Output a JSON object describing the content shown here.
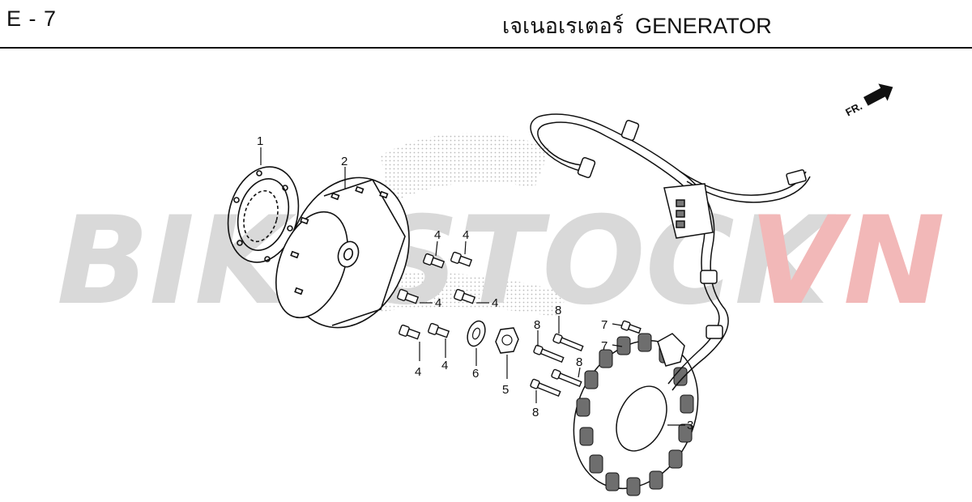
{
  "header": {
    "section_code": "E - 7",
    "title_thai": "เจเนอเรเตอร์",
    "title_en": "GENERATOR"
  },
  "watermark": {
    "text_main": "BIKESTOCK",
    "text_accent": "VN",
    "color_main": "#d9d9d9",
    "color_accent": "#f2b8b8"
  },
  "direction_indicator": "FR.",
  "callouts": [
    "1",
    "2",
    "3",
    "4",
    "4",
    "4",
    "4",
    "4",
    "4",
    "5",
    "6",
    "7",
    "7",
    "8",
    "8",
    "8",
    "8"
  ],
  "colors": {
    "line": "#111111",
    "background": "#ffffff"
  }
}
